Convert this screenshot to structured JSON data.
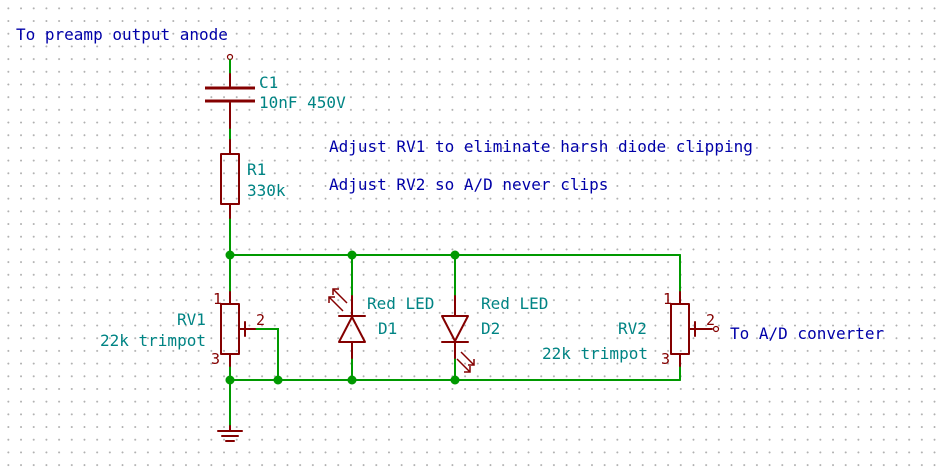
{
  "labels": {
    "input": "To preamp output anode",
    "output": "To A/D converter"
  },
  "notes": [
    "Adjust RV1 to eliminate harsh diode clipping",
    "Adjust RV2 so A/D never clips"
  ],
  "components": {
    "c1": {
      "ref": "C1",
      "value": "10nF 450V"
    },
    "r1": {
      "ref": "R1",
      "value": "330k"
    },
    "rv1": {
      "ref": "RV1",
      "value": "22k trimpot",
      "pin_wiper": "2"
    },
    "d1": {
      "ref": "D1",
      "value": "Red LED"
    },
    "d2": {
      "ref": "D2",
      "value": "Red LED"
    },
    "rv2": {
      "ref": "RV2",
      "value": "22k trimpot",
      "pin_wiper": "2"
    }
  },
  "colors": {
    "wire": "#009900",
    "symbol": "#840000",
    "reference": "#008484",
    "label": "#0000a8",
    "background": "#ffffff"
  }
}
